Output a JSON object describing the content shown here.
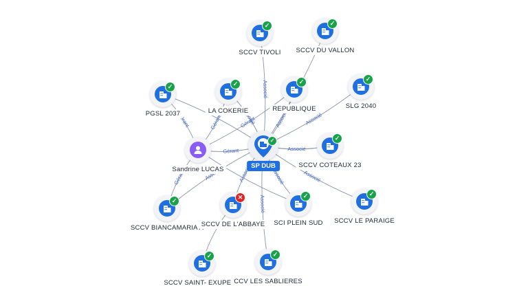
{
  "center": {
    "label": "SP DUB",
    "status": "ok"
  },
  "person": {
    "label": "Sandrine LUCAS"
  },
  "nodes": [
    {
      "id": "tivoli",
      "label": "SCCV TIVOLI",
      "status": "ok"
    },
    {
      "id": "vallon",
      "label": "SCCV DU VALLON",
      "status": "ok"
    },
    {
      "id": "cokerie",
      "label": "LA COKERIE",
      "status": "ok"
    },
    {
      "id": "republique",
      "label": "REPUBLIQUE",
      "status": "ok"
    },
    {
      "id": "slg",
      "label": "SLG 2040",
      "status": "ok"
    },
    {
      "id": "pgsl",
      "label": "PGSL 2037",
      "status": "ok"
    },
    {
      "id": "coteaux",
      "label": "SCCV COTEAUX 23",
      "status": "ok"
    },
    {
      "id": "biancamaria",
      "label": "SCCV BIANCAMARIA A",
      "status": "ok"
    },
    {
      "id": "abbaye",
      "label": "SCCV DE L'ABBAYE",
      "status": "ko"
    },
    {
      "id": "pleinsud",
      "label": "SCI PLEIN SUD",
      "status": "ok"
    },
    {
      "id": "paraige",
      "label": "SCCV LE PARAIGE",
      "status": "ok"
    },
    {
      "id": "exupery",
      "label": "SCCV SAINT- EXUPERY",
      "status": "ok"
    },
    {
      "id": "sablieres",
      "label": "CCV LES SABLIERES",
      "status": "ok"
    }
  ],
  "edges": [
    {
      "from": "center",
      "to": "tivoli",
      "label": "Associé"
    },
    {
      "from": "center",
      "to": "vallon",
      "label": ""
    },
    {
      "from": "center",
      "to": "cokerie",
      "label": "Associé"
    },
    {
      "from": "center",
      "to": "republique",
      "label": "Associé"
    },
    {
      "from": "center",
      "to": "slg",
      "label": "Associé"
    },
    {
      "from": "center",
      "to": "coteaux",
      "label": "Associé"
    },
    {
      "from": "center",
      "to": "paraige",
      "label": "Associé"
    },
    {
      "from": "center",
      "to": "pleinsud",
      "label": "Associé"
    },
    {
      "from": "center",
      "to": "sablieres",
      "label": "Associé"
    },
    {
      "from": "center",
      "to": "abbaye",
      "label": "Associé"
    },
    {
      "from": "center",
      "to": "biancamaria",
      "label": "Associé"
    },
    {
      "from": "center",
      "to": "pgsl",
      "label": ""
    },
    {
      "from": "person",
      "to": "center",
      "label": "Gérant"
    },
    {
      "from": "person",
      "to": "pgsl",
      "label": "Gérant"
    },
    {
      "from": "person",
      "to": "cokerie",
      "label": "Gérant"
    },
    {
      "from": "person",
      "to": "biancamaria",
      "label": "Gérant"
    },
    {
      "from": "person",
      "to": "pleinsud",
      "label": ""
    },
    {
      "from": "person",
      "to": "republique",
      "label": "Gérant"
    },
    {
      "from": "abbaye",
      "to": "exupery",
      "label": ""
    }
  ],
  "icons": {
    "company": "building-icon",
    "person": "user-icon",
    "center": "pin-building-icon"
  },
  "colors": {
    "accent": "#1f6fe0",
    "ok": "#18a34a",
    "ko": "#e02424",
    "edge": "#8a93a6",
    "edge_label": "#3d63c9",
    "person": "#8a5cf6"
  }
}
